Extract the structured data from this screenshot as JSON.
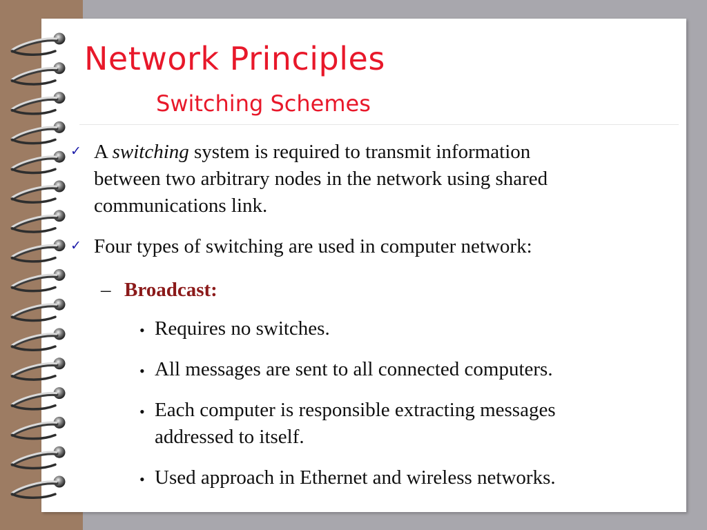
{
  "slide": {
    "title": "Network Principles",
    "subtitle": "Switching Schemes",
    "point1": {
      "prefix": "A ",
      "emphasis": "switching",
      "line1_rest": " system is required to transmit information",
      "line2": "between two arbitrary nodes in the network using shared",
      "line3": "communications link."
    },
    "point2": "Four types of switching are used in computer network:",
    "sub_heading": "Broadcast:",
    "sub_items": [
      "Requires no switches.",
      "All messages are sent to all connected computers.",
      "Each computer is responsible extracting messages",
      "addressed to itself.",
      "Used approach in Ethernet and wireless networks."
    ],
    "check_glyph": "✓",
    "dash_glyph": "–",
    "bullet_glyph": "•"
  },
  "colors": {
    "title": "#e8182a",
    "broadcast": "#8b1a1a",
    "check": "#1a1aa8",
    "left_strip": "#9d7c63",
    "background": "#a8a7ad"
  },
  "icons": [
    "spiral-ring-icon",
    "check-icon"
  ]
}
